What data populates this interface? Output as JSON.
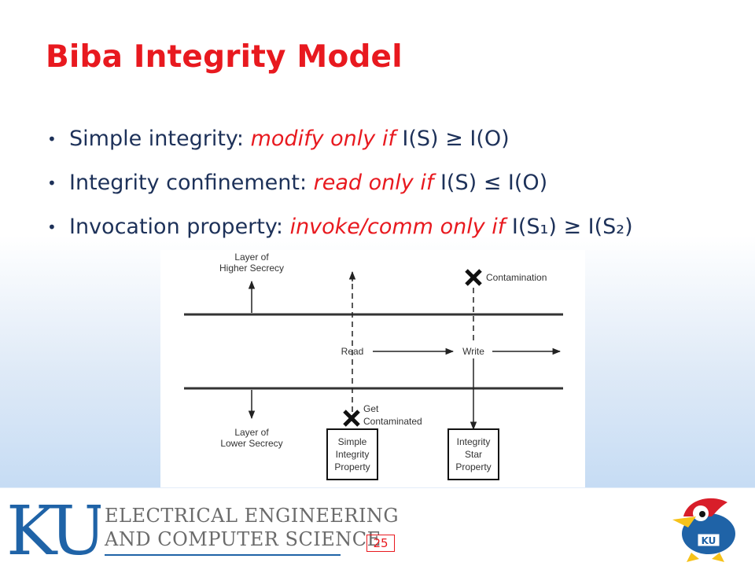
{
  "slide": {
    "title": "Biba Integrity Model",
    "page_number": "25"
  },
  "bullets": [
    {
      "label": "Simple integrity: ",
      "cond": "modify only if",
      "expr": " I(S) ≥ I(O)"
    },
    {
      "label": "Integrity confinement: ",
      "cond": "read only if",
      "expr": " I(S) ≤ I(O)"
    },
    {
      "label": "Invocation property: ",
      "cond": "invoke/comm only if",
      "expr": " I(S₁) ≥ I(S₂)"
    }
  ],
  "figure": {
    "higher_layer": [
      "Layer of",
      "Higher Secrecy"
    ],
    "lower_layer": [
      "Layer of",
      "Lower Secrecy"
    ],
    "contamination": "Contamination",
    "get_contaminated": [
      "Get",
      "Contaminated"
    ],
    "read": "Read",
    "write": "Write",
    "simple_box": [
      "Simple",
      "Integrity",
      "Property"
    ],
    "star_box": [
      "Integrity",
      "Star",
      "Property"
    ]
  },
  "footer": {
    "logo": "KU",
    "dept_line1": "ELECTRICAL ENGINEERING",
    "dept_line2": "AND COMPUTER SCIENCE",
    "mascot_badge": "KU",
    "colors": {
      "ku_blue": "#1f63a7",
      "accent_red": "#e8191f",
      "text_navy": "#1d3159"
    }
  }
}
